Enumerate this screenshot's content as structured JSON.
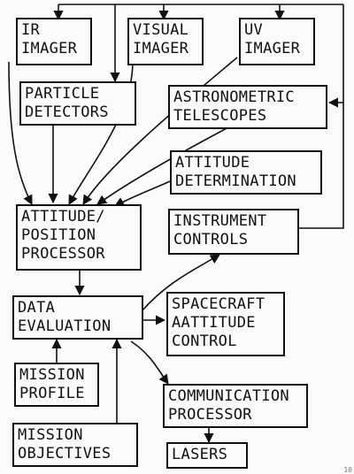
{
  "boxes": {
    "ir_imager": "IR\nIMAGER",
    "visual_imager": "VISUAL\nIMAGER",
    "uv_imager": "UV\nIMAGER",
    "particle_detectors": "PARTICLE\nDETECTORS",
    "astronometric_telescopes": "ASTRONOMETRIC\nTELESCOPES",
    "attitude_determination": "ATTITUDE\nDETERMINATION",
    "attitude_position_processor": "ATTITUDE/\nPOSITION\nPROCESSOR",
    "instrument_controls": "INSTRUMENT\nCONTROLS",
    "data_evaluation": "DATA\nEVALUATION",
    "spacecraft_attitude_control": "SPACECRAFT\nAATTITUDE\nCONTROL",
    "mission_profile": "MISSION\nPROFILE",
    "communication_processor": "COMMUNICATION\nPROCESSOR",
    "mission_objectives": "MISSION\nOBJECTIVES",
    "lasers": "LASERS"
  },
  "page_mark": "10"
}
